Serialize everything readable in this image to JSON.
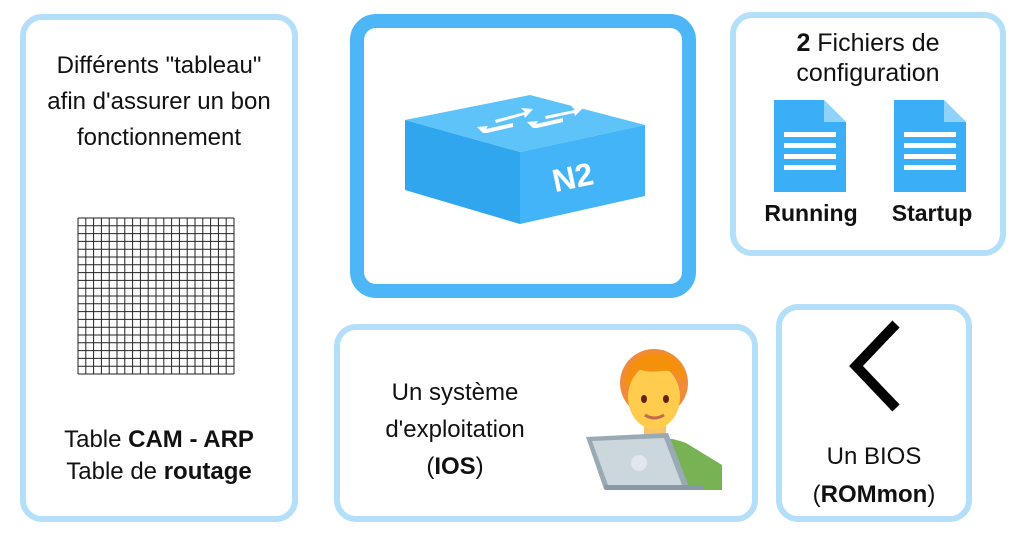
{
  "colors": {
    "border_light": "#b3dff9",
    "border_main": "#4db6f7",
    "switch_top": "#5ec3f9",
    "switch_side": "#2fa6ee",
    "doc_blue": "#3aaef6"
  },
  "tables_card": {
    "heading": "Différents \"tableau\" afin d'assurer un bon fonctionnement",
    "grid_icon": "grid-icon",
    "line1_prefix": "Table ",
    "line1_bold": "CAM - ARP",
    "line2_prefix": "Table de ",
    "line2_bold": "routage"
  },
  "switch_card": {
    "label": "N2",
    "icon": "network-switch-icon"
  },
  "config_card": {
    "count": "2",
    "title_rest": " Fichiers de configuration",
    "files": [
      "Running",
      "Startup"
    ],
    "icon": "document-icon"
  },
  "os_card": {
    "line1": "Un système",
    "line2": "d'exploitation",
    "paren_open": "(",
    "bold": "IOS",
    "paren_close": ")",
    "icon": "person-laptop-icon"
  },
  "bios_card": {
    "line1": "Un BIOS",
    "paren_open": "(",
    "bold": "ROMmon",
    "paren_close": ")",
    "icon": "chevron-left-icon"
  }
}
